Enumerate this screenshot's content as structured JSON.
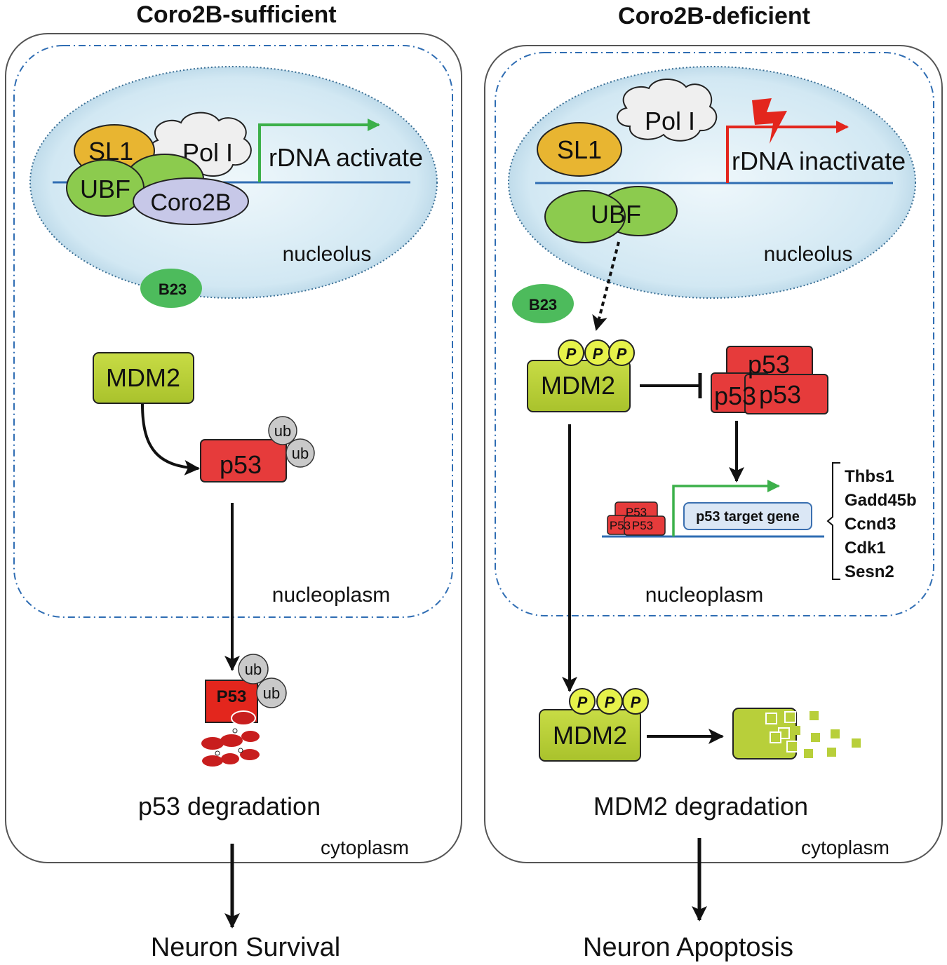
{
  "left": {
    "title": "Coro2B-sufficient",
    "sl1": "SL1",
    "pol1": "Pol I",
    "rdna": "rDNA activate",
    "ubf": "UBF",
    "coro2b": "Coro2B",
    "nucleolus": "nucleolus",
    "b23": "B23",
    "mdm2": "MDM2",
    "p53": "p53",
    "ub": "ub",
    "nucleoplasm": "nucleoplasm",
    "p53_degraded": "P53",
    "degradation": "p53 degradation",
    "cytoplasm": "cytoplasm",
    "outcome": "Neuron Survival"
  },
  "right": {
    "title": "Coro2B-deficient",
    "pol1": "Pol I",
    "sl1": "SL1",
    "rdna": "rDNA inactivate",
    "ubf": "UBF",
    "nucleolus": "nucleolus",
    "b23": "B23",
    "p": "P",
    "mdm2": "MDM2",
    "p53": "p53",
    "p53_small": "P53",
    "target_gene": "p53 target gene",
    "genes": [
      "Thbs1",
      "Gadd45b",
      "Ccnd3",
      "Cdk1",
      "Sesn2"
    ],
    "nucleoplasm": "nucleoplasm",
    "degradation": "MDM2 degradation",
    "cytoplasm": "cytoplasm",
    "outcome": "Neuron Apoptosis"
  },
  "colors": {
    "nucleolus_fill": "#d6ebf5",
    "dna_line": "#2f6db3",
    "sl1": "#e8b531",
    "ubf": "#8ccb4e",
    "coro2b": "#c7c8e8",
    "b23": "#4dbb5c",
    "mdm2": "#b8cf3a",
    "p53": "#e63b3b",
    "ub": "#c9c9c9",
    "phospho": "#e6f24a",
    "green_arrow": "#3cb04a",
    "red_arrow": "#e3261d"
  }
}
